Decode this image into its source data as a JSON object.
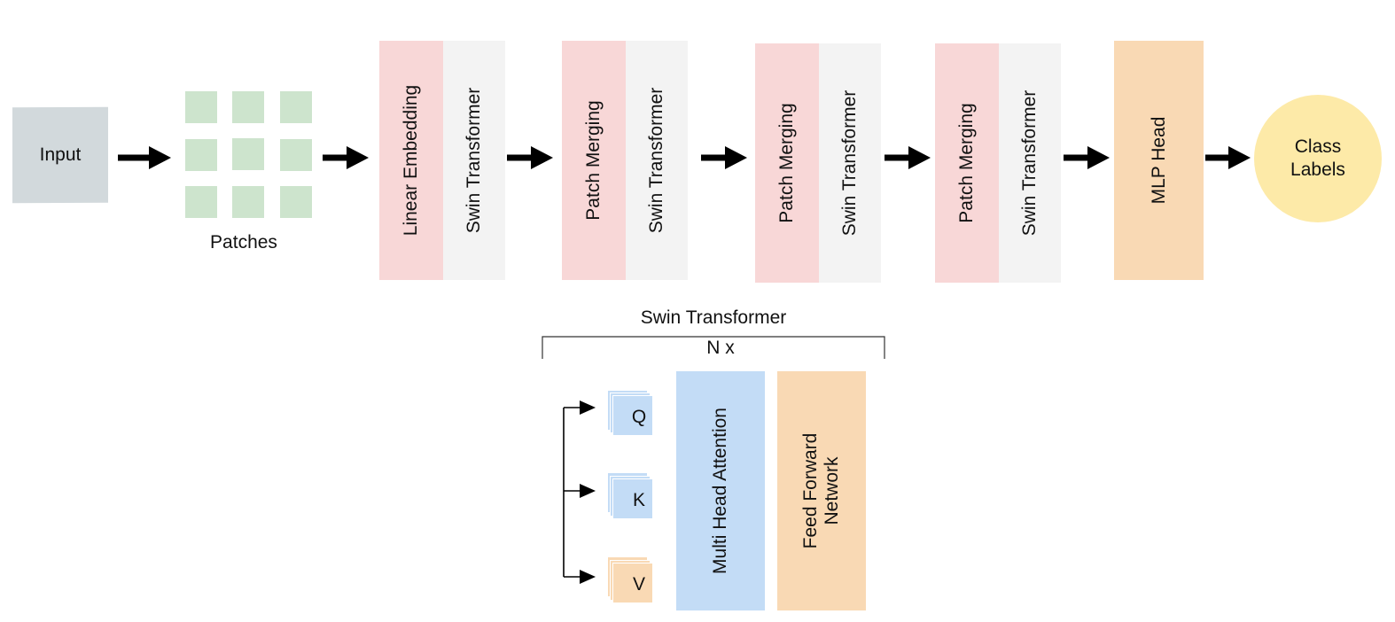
{
  "colors": {
    "input": "#d2d9dc",
    "patch": "#cde4cd",
    "merge": "#f8d7d7",
    "swin": "#f3f3f3",
    "mlp": "#f9d9b4",
    "class": "#fdeaa8",
    "query_key": "#c3dcf6",
    "value": "#f9d9b4",
    "mha": "#c3dcf6",
    "ffn": "#f9d9b4",
    "arrow": "#000000"
  },
  "pipeline": {
    "input_label": "Input",
    "patches_label": "Patches",
    "stage1": {
      "left": "Linear Embedding",
      "right": "Swin Transformer"
    },
    "stage2": {
      "left": "Patch Merging",
      "right": "Swin Transformer"
    },
    "stage3": {
      "left": "Patch Merging",
      "right": "Swin Transformer"
    },
    "stage4": {
      "left": "Patch Merging",
      "right": "Swin Transformer"
    },
    "mlp_label": "MLP Head",
    "class_label": "Class\nLabels"
  },
  "detail": {
    "title": "Swin Transformer",
    "repeat": "N x",
    "q": "Q",
    "k": "K",
    "v": "V",
    "mha": "Multi Head Attention",
    "ffn": "Feed Forward\nNetwork"
  }
}
